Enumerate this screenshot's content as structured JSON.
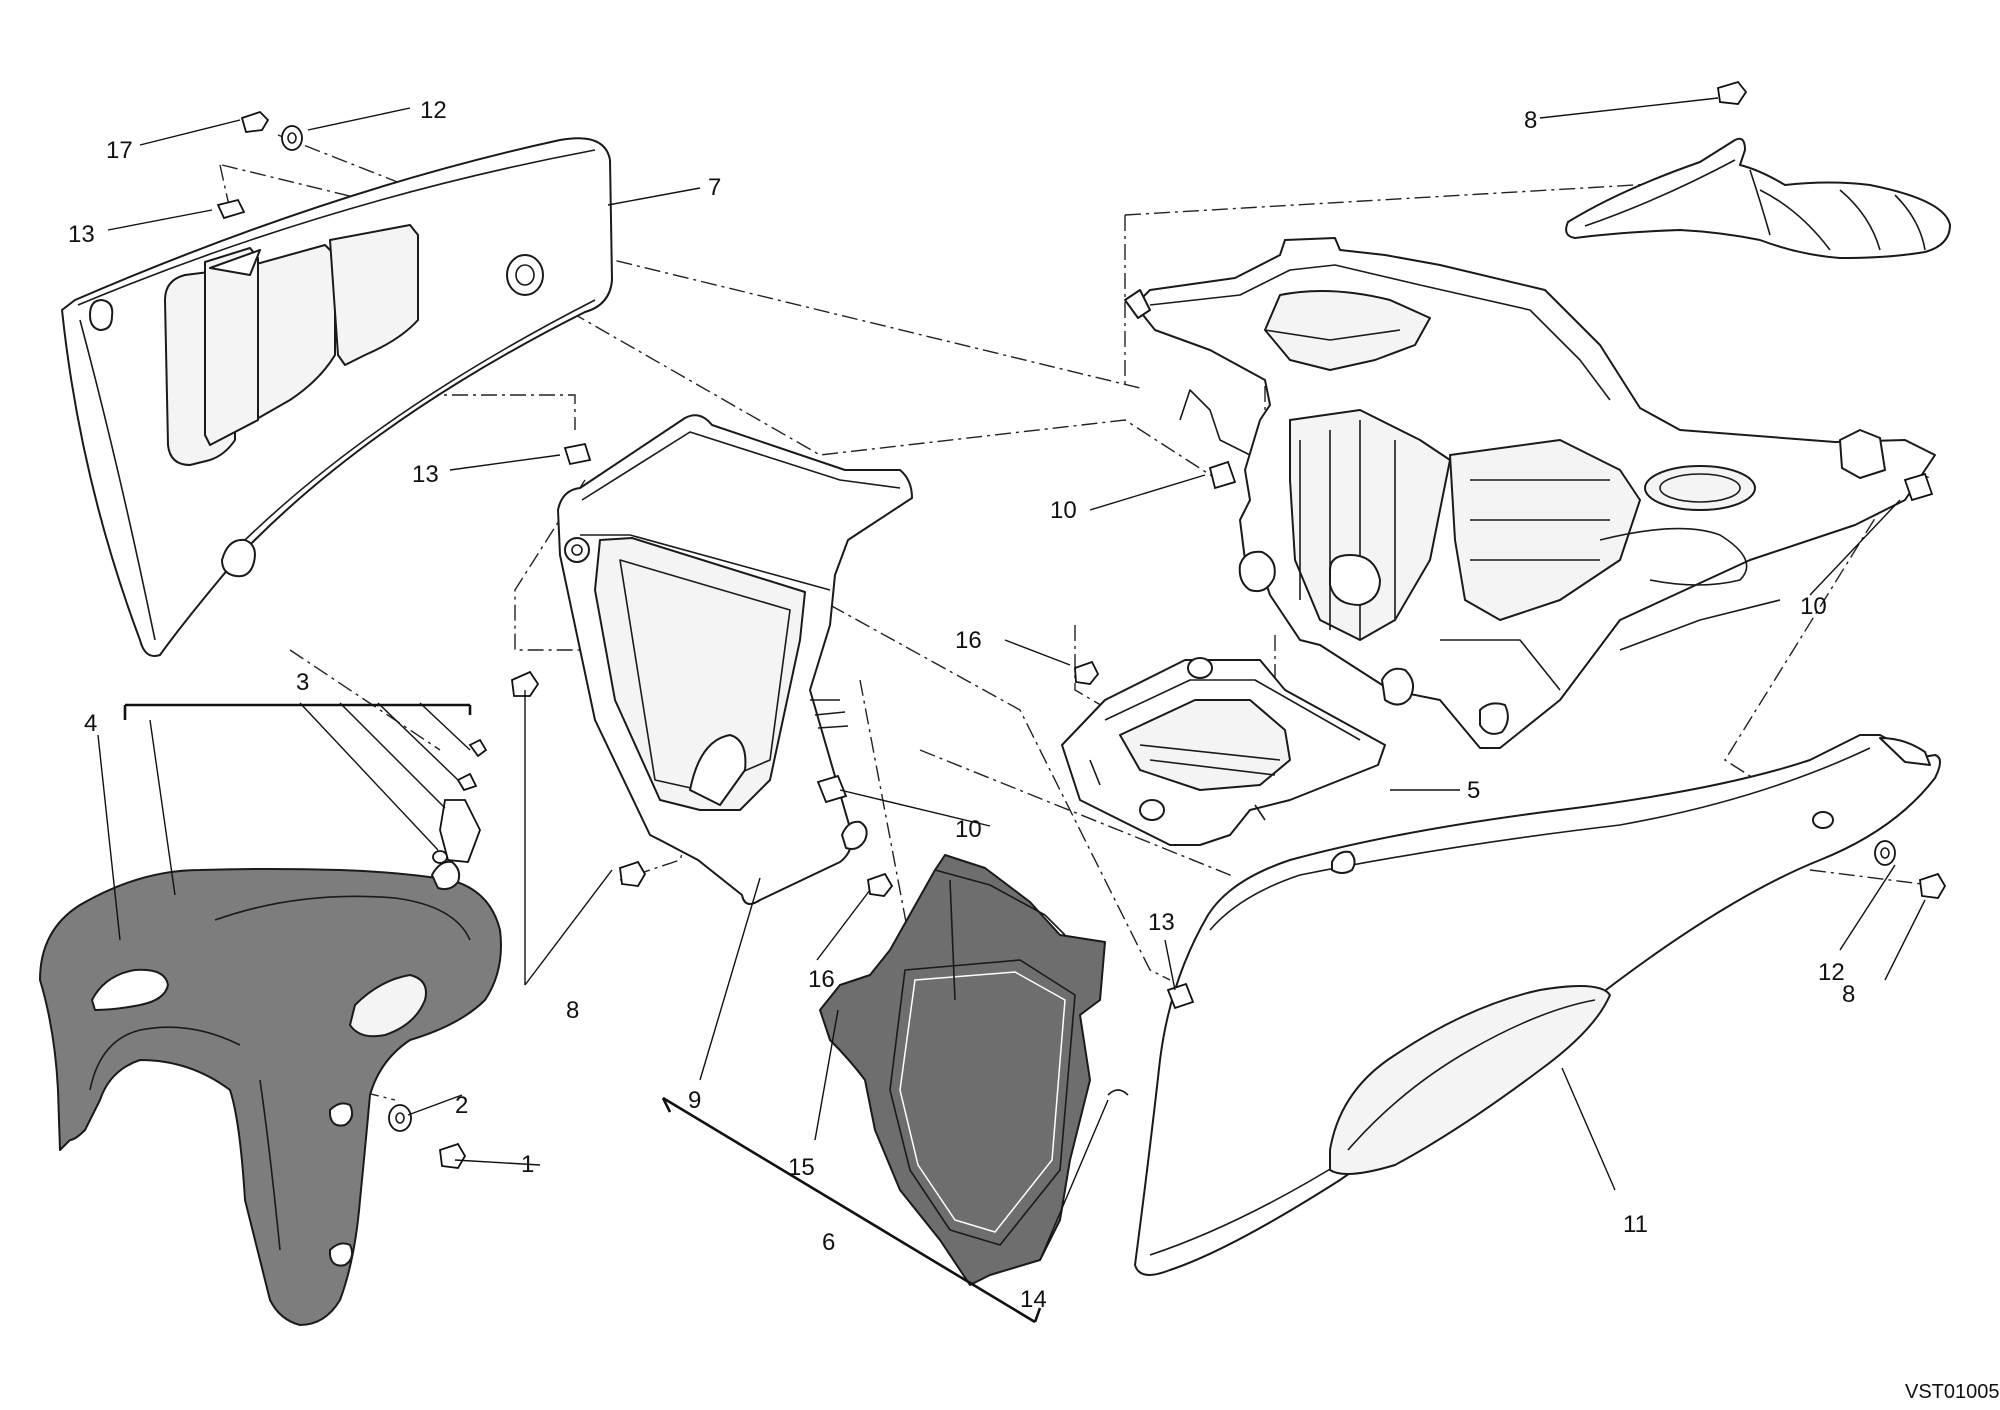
{
  "drawing_code": "VST01005",
  "callouts": {
    "c1": "1",
    "c2": "2",
    "c3": "3",
    "c4": "4",
    "c5": "5",
    "c6": "6",
    "c7": "7",
    "c8a": "8",
    "c8b": "8",
    "c8c": "8",
    "c9": "9",
    "c10a": "10",
    "c10b": "10",
    "c10c": "10",
    "c11": "11",
    "c12a": "12",
    "c12b": "12",
    "c13a": "13",
    "c13b": "13",
    "c13c": "13",
    "c14": "14",
    "c15": "15",
    "c16a": "16",
    "c16b": "16",
    "c17": "17"
  }
}
